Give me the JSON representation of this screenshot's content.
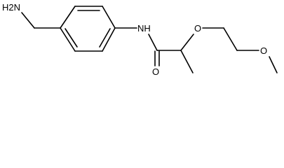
{
  "structure": {
    "atoms": {
      "amine": "H2N",
      "amide_nh": "NH",
      "ether_o": "O",
      "carbonyl_o": "O",
      "terminal_o": "O"
    },
    "colors": {
      "bond": "#000000",
      "label": "#000000",
      "background": "#ffffff"
    }
  }
}
